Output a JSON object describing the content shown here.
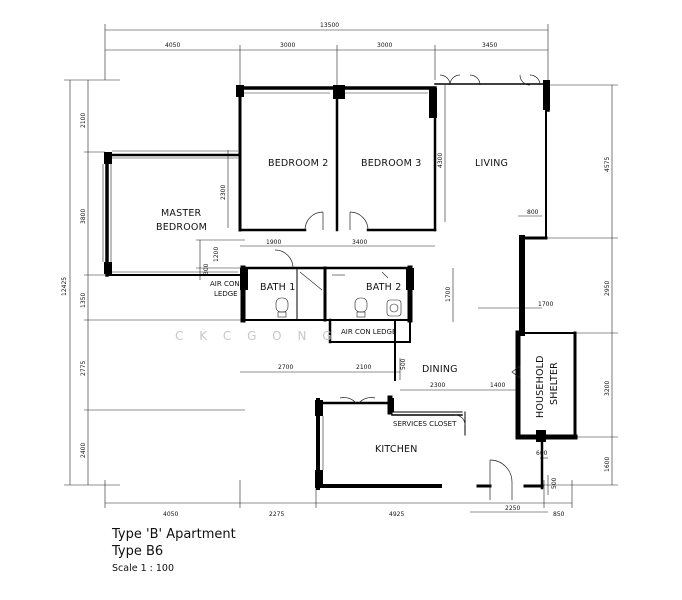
{
  "dimensions": {
    "top_total": "13500",
    "top_segments": [
      "4050",
      "3000",
      "3000",
      "3450"
    ],
    "bottom_segments": [
      "4050",
      "2275",
      "4925",
      "850"
    ],
    "left_total": "12425",
    "left_outer": [
      "2100",
      "3800",
      "1350",
      "2775",
      "2400"
    ],
    "left_inner": [
      "1200",
      "300"
    ],
    "right_segments": [
      "4575",
      "2950",
      "3200",
      "1600"
    ],
    "inner": {
      "d2300": "2300",
      "d4300": "4300",
      "d1900": "1900",
      "d3400": "3400",
      "d1700a": "1700",
      "d1700b": "1700",
      "d800": "800",
      "d2700": "2700",
      "d2100": "2100",
      "d500a": "500",
      "d2300b": "2300",
      "d1400": "1400",
      "d600": "600",
      "d500b": "500",
      "d2250": "2250"
    }
  },
  "rooms": {
    "bedroom2": "BEDROOM 2",
    "bedroom3": "BEDROOM 3",
    "living": "LIVING",
    "master_l1": "MASTER",
    "master_l2": "BEDROOM",
    "bath1": "BATH 1",
    "bath2": "BATH 2",
    "aircon1_l1": "AIR CON",
    "aircon1_l2": "LEDGE",
    "aircon2": "AIR CON LEDGE",
    "dining": "DINING",
    "shelter_l1": "HOUSEHOLD",
    "shelter_l2": "SHELTER",
    "services": "SERVICES CLOSET",
    "kitchen": "KITCHEN"
  },
  "watermark": "C K C G O N G",
  "captions": {
    "line1": "Type 'B' Apartment",
    "line2": "Type B6",
    "line3": "Scale 1 : 100"
  }
}
